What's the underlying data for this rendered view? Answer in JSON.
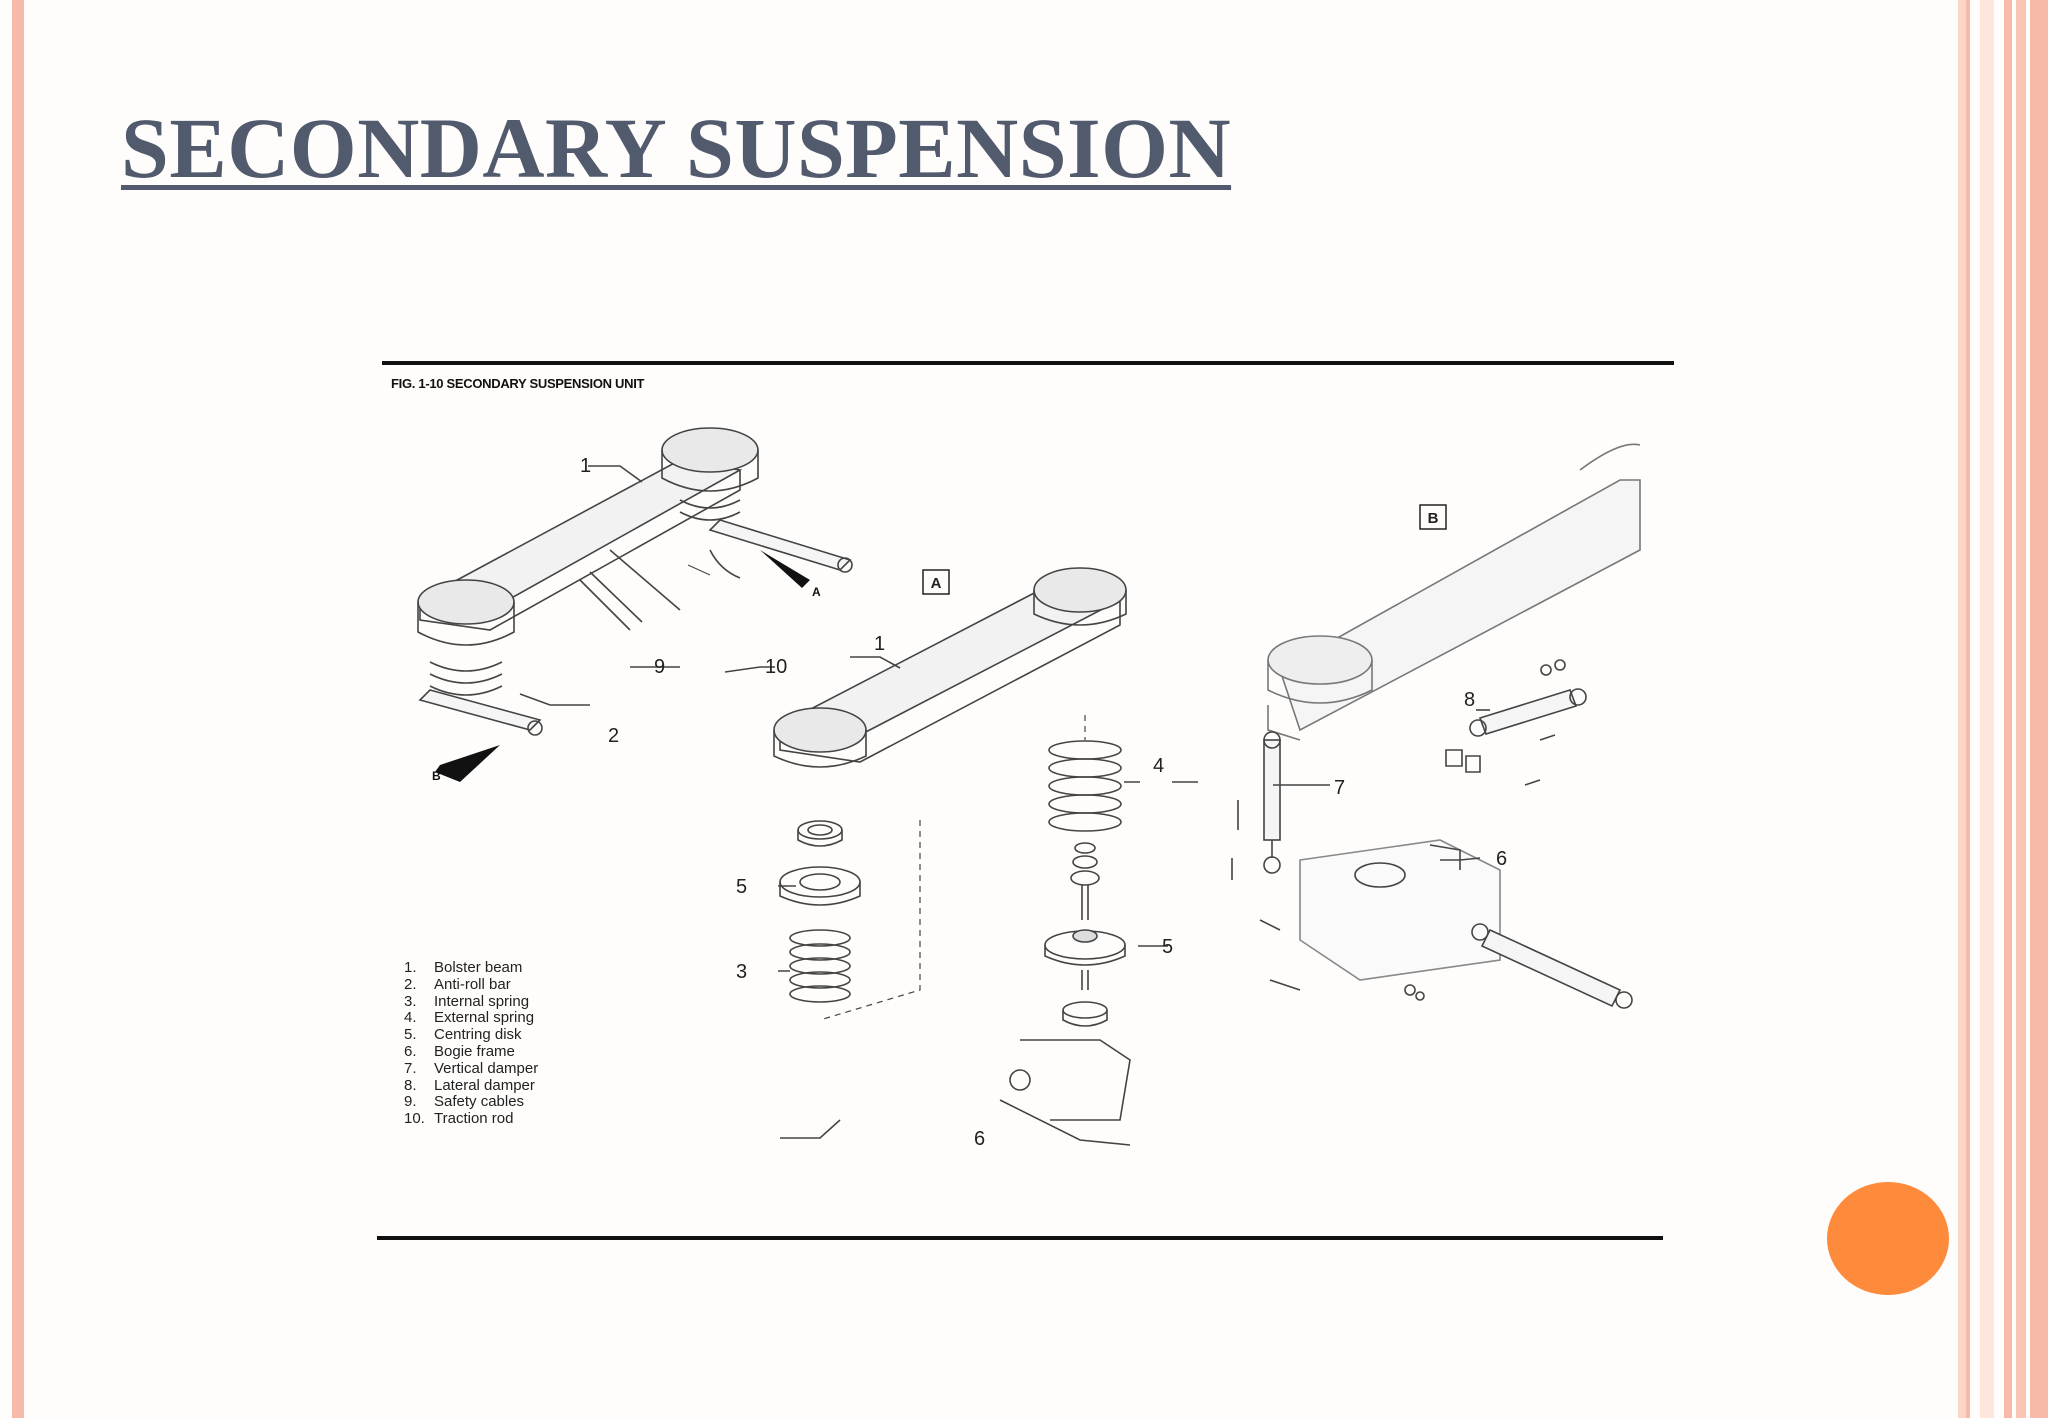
{
  "slide": {
    "title": "SECONDARY SUSPENSION",
    "accent_colors": {
      "frame": "#f7b9a8",
      "dot": "#fe8a3b",
      "title": "#525a6e"
    }
  },
  "figure": {
    "caption": "FIG. 1-10 SECONDARY SUSPENSION UNIT",
    "views": [
      {
        "marker": "A"
      },
      {
        "marker": "B"
      }
    ],
    "callouts": [
      "1",
      "2",
      "3",
      "4",
      "5",
      "6",
      "7",
      "8",
      "9",
      "10",
      "A",
      "B"
    ],
    "legend": [
      {
        "num": "1.",
        "label": "Bolster beam"
      },
      {
        "num": "2.",
        "label": "Anti-roll bar"
      },
      {
        "num": "3.",
        "label": "Internal spring"
      },
      {
        "num": "4.",
        "label": "External spring"
      },
      {
        "num": "5.",
        "label": "Centring disk"
      },
      {
        "num": "6.",
        "label": "Bogie frame"
      },
      {
        "num": "7.",
        "label": "Vertical damper"
      },
      {
        "num": "8.",
        "label": "Lateral damper"
      },
      {
        "num": "9.",
        "label": "Safety cables"
      },
      {
        "num": "10.",
        "label": "Traction rod"
      }
    ]
  }
}
